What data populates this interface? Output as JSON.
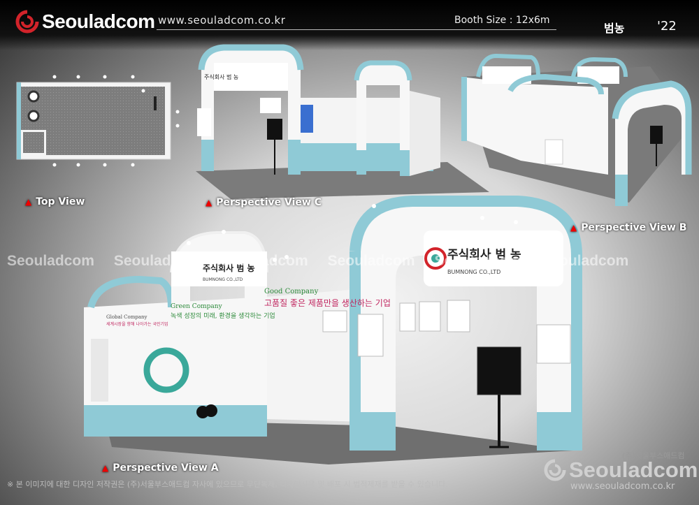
{
  "header": {
    "brand": "Seouladcom",
    "url": "www.seouladcom.co.kr",
    "booth_size": "Booth Size : 12x6m",
    "client": "범농",
    "year": "'22"
  },
  "views": {
    "top": "Top View",
    "persp_c": "Perspective View C",
    "persp_b": "Perspective View B",
    "persp_a": "Perspective View A"
  },
  "booth_text": {
    "company_kr": "주식회사 범 농",
    "company_en": "BUMNONG CO.,LTD",
    "slogan1_title": "Good Company",
    "slogan1_text": "고품질 좋은 제품만을 생산하는 기업",
    "slogan2_title": "Green Company",
    "slogan2_text": "녹색 성장의 미래, 환경을 생각하는 기업",
    "slogan3_title": "Global Company",
    "slogan3_text": "세계시장을 향해 나아가는 국민기업"
  },
  "watermark": "Seouladcom",
  "footer": {
    "copyright": "※ 본 이미지에 대한 디자인 저작권은 (주)서울부스애드컴 자사에 있으므로 무단복제, 디자인사용 및 배포 시 법적제재를 받을 수 있습니다.",
    "company_kr": "(주)서울부스애드컴",
    "brand": "Seouladcom",
    "url": "www.seouladcom.co.kr"
  },
  "colors": {
    "accent_red": "#d2232a",
    "booth_blue": "#8fcad6",
    "booth_white": "#f7f7f7"
  }
}
